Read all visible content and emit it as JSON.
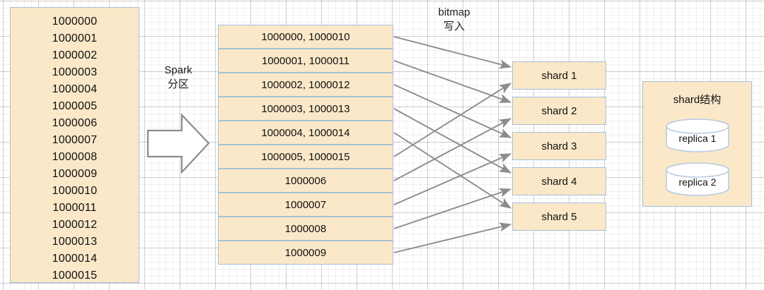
{
  "diagram": {
    "title_free_labels": {
      "spark": "Spark\n分区",
      "bitmap": "bitmap\n写入"
    },
    "colors": {
      "box_fill": "#fae8c8",
      "box_border": "#a8c0d8",
      "arrow": "#808080",
      "text": "#111111",
      "cylinder_fill": "#ffffff",
      "cylinder_border": "#b9cce0",
      "grid_minor": "#e9e9e9",
      "grid_major": "#d0d0d0"
    },
    "source_list": {
      "name": "source-id-list",
      "values": [
        "1000000",
        "1000001",
        "1000002",
        "1000003",
        "1000004",
        "1000005",
        "1000006",
        "1000007",
        "1000008",
        "1000009",
        "1000010",
        "1000011",
        "1000012",
        "1000013",
        "1000014",
        "1000015"
      ]
    },
    "partitions": [
      {
        "label": "1000000, 1000010"
      },
      {
        "label": "1000001, 1000011"
      },
      {
        "label": "1000002, 1000012"
      },
      {
        "label": "1000003, 1000013"
      },
      {
        "label": "1000004, 1000014"
      },
      {
        "label": "1000005, 1000015"
      },
      {
        "label": "1000006"
      },
      {
        "label": "1000007"
      },
      {
        "label": "1000008"
      },
      {
        "label": "1000009"
      }
    ],
    "shards": [
      {
        "label": "shard 1"
      },
      {
        "label": "shard 2"
      },
      {
        "label": "shard 3"
      },
      {
        "label": "shard 4"
      },
      {
        "label": "shard 5"
      }
    ],
    "shard_structure": {
      "title": "shard结构",
      "replicas": [
        {
          "label": "replica 1"
        },
        {
          "label": "replica 2"
        }
      ]
    },
    "connections": [
      {
        "from_partition": 0,
        "to_shard": 0
      },
      {
        "from_partition": 1,
        "to_shard": 1
      },
      {
        "from_partition": 2,
        "to_shard": 2
      },
      {
        "from_partition": 3,
        "to_shard": 3
      },
      {
        "from_partition": 4,
        "to_shard": 4
      },
      {
        "from_partition": 5,
        "to_shard": 0
      },
      {
        "from_partition": 6,
        "to_shard": 1
      },
      {
        "from_partition": 7,
        "to_shard": 2
      },
      {
        "from_partition": 8,
        "to_shard": 3
      },
      {
        "from_partition": 9,
        "to_shard": 4
      }
    ]
  }
}
